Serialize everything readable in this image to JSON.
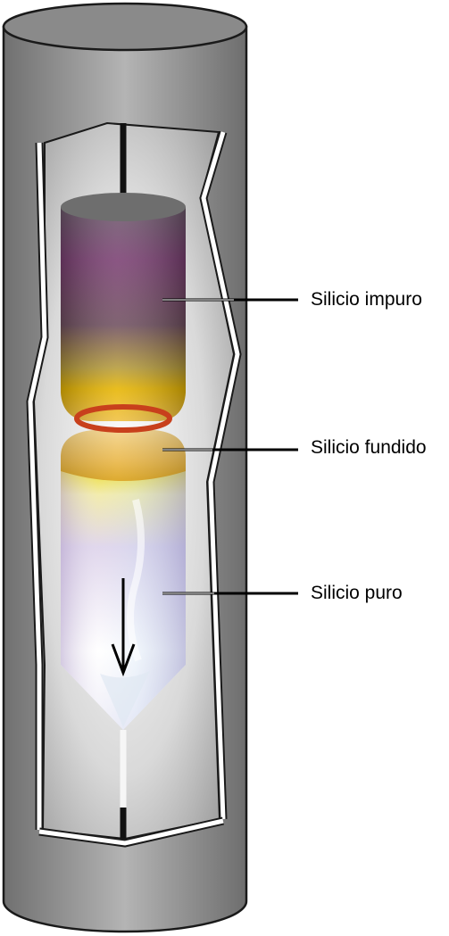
{
  "labels": {
    "impure": "Silicio impuro",
    "molten": "Silicio fundido",
    "pure": "Silicio puro"
  },
  "colors": {
    "chamber_gray": "#8c8c8c",
    "impure_purple": "#7a3f72",
    "molten_yellow": "#e6b400",
    "heater_ring": "#c8401c",
    "pure_crystal": "#e9e6f6"
  }
}
